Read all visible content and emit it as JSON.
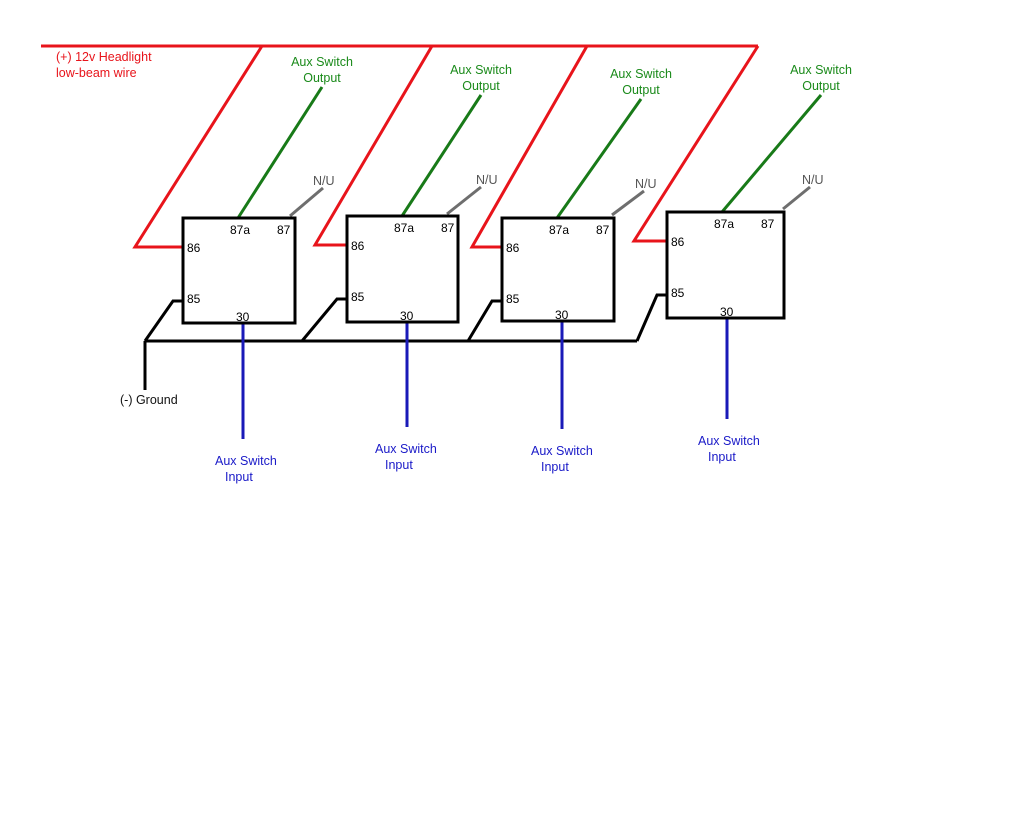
{
  "headlight_label": [
    "(+) 12v Headlight",
    "low-beam wire"
  ],
  "ground_label": "(-) Ground",
  "relays": [
    {
      "pins": {
        "p86": "86",
        "p85": "85",
        "p87a": "87a",
        "p87": "87",
        "p30": "30"
      },
      "nu_label": "N/U",
      "output_label": [
        "Aux Switch",
        "Output"
      ],
      "input_label": [
        "Aux Switch",
        "Input"
      ]
    },
    {
      "pins": {
        "p86": "86",
        "p85": "85",
        "p87a": "87a",
        "p87": "87",
        "p30": "30"
      },
      "nu_label": "N/U",
      "output_label": [
        "Aux Switch",
        "Output"
      ],
      "input_label": [
        "Aux Switch",
        "Input"
      ]
    },
    {
      "pins": {
        "p86": "86",
        "p85": "85",
        "p87a": "87a",
        "p87": "87",
        "p30": "30"
      },
      "nu_label": "N/U",
      "output_label": [
        "Aux Switch",
        "Output"
      ],
      "input_label": [
        "Aux Switch",
        "Input"
      ]
    },
    {
      "pins": {
        "p86": "86",
        "p85": "85",
        "p87a": "87a",
        "p87": "87",
        "p30": "30"
      },
      "nu_label": "N/U",
      "output_label": [
        "Aux Switch",
        "Output"
      ],
      "input_label": [
        "Aux Switch",
        "Input"
      ]
    }
  ],
  "colors": {
    "power_wire": "#e8141b",
    "output_wire": "#187a18",
    "input_wire": "#1a1ab8",
    "nu_wire": "#6e6e6e",
    "ground_wire": "#000000",
    "relay_outline": "#000000",
    "power_text": "#e8141b",
    "output_text": "#1a8a1a",
    "input_text": "#1a1ac8",
    "nu_text": "#555555",
    "ground_text": "#111111"
  }
}
